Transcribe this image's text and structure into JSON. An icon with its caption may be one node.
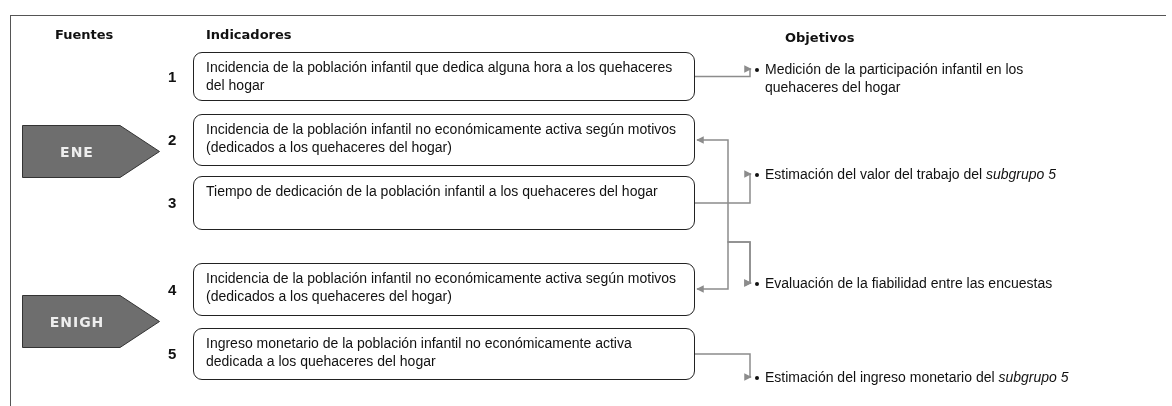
{
  "diagram": {
    "nodes": [
      {
        "text": [
          "Incidencia de la población infantil que dedica alguna hora a los quehaceres del hogar"
        ],
        "beside": [
          "1"
        ]
      },
      {
        "text": [
          "Medición de la participación infantil en los quehaceres del hogar"
        ]
      },
      {
        "text": [
          "ENE"
        ]
      },
      {
        "text": [
          "Incidencia de la población infantil no económicamente activa según motivos (dedicados a los quehaceres del hogar)"
        ],
        "beside": [
          "2"
        ]
      },
      {
        "text": [
          "Tiempo de dedicación de la población infantil a los quehaceres del hogar"
        ],
        "beside": [
          "3"
        ]
      },
      {
        "text": [
          "Estimación del valor del trabajo del *subgrupo 5*"
        ]
      },
      {
        "text": [
          "Incidencia de la población infantil no económicamente activa según motivos (dedicados a los quehaceres del hogar)"
        ],
        "beside": [
          "4"
        ]
      },
      {
        "text": [
          "Evaluación de la fiabilidad entre las encuestas"
        ]
      },
      {
        "text": [
          "ENIGH"
        ]
      },
      {
        "text": [
          "Ingreso monetario de la población infantil no económicamente activa dedicada a los quehaceres del hogar"
        ],
        "beside": [
          "5"
        ]
      },
      {
        "text": [
          "Estimación del ingreso monetario del *subgrupo 5*"
        ]
      }
    ],
    "edges": [
      {
        "from": 0,
        "to": 1,
        "arrow": "to"
      },
      {
        "from": 4,
        "to": 5,
        "arrow": "to"
      },
      {
        "from": 3,
        "to": 7,
        "arrow": "both"
      },
      {
        "from": 6,
        "to": 7,
        "arrow": "both"
      },
      {
        "from": 9,
        "to": 10,
        "arrow": "to"
      }
    ],
    "labels": [
      "Fuentes",
      "Indicadores",
      "Objetivos"
    ]
  }
}
